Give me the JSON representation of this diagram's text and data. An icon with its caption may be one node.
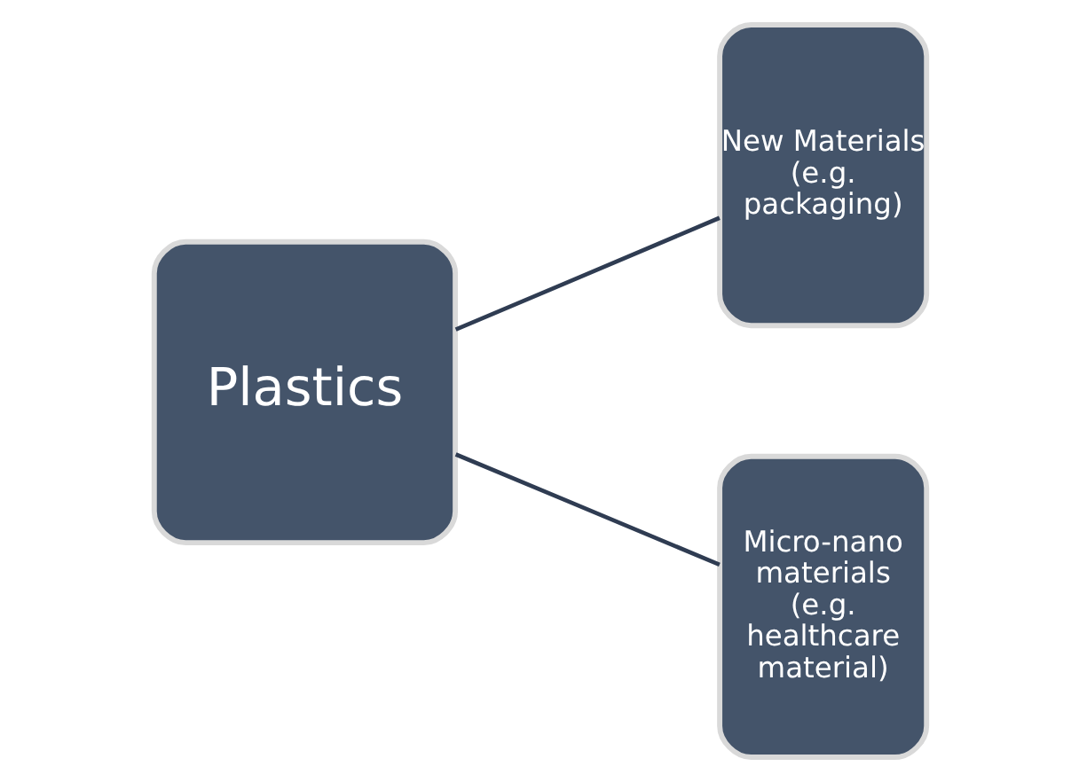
{
  "diagram": {
    "nodes": [
      {
        "text": [
          "Plastics"
        ]
      },
      {
        "text": [
          "New Materials (e.g. packaging)"
        ]
      },
      {
        "text": [
          "Micro-nano materials (e.g. healthcare material)"
        ]
      }
    ],
    "edges": [
      {
        "from": 0,
        "to": 1,
        "arrow": "none"
      },
      {
        "from": 0,
        "to": 2,
        "arrow": "none"
      }
    ]
  }
}
